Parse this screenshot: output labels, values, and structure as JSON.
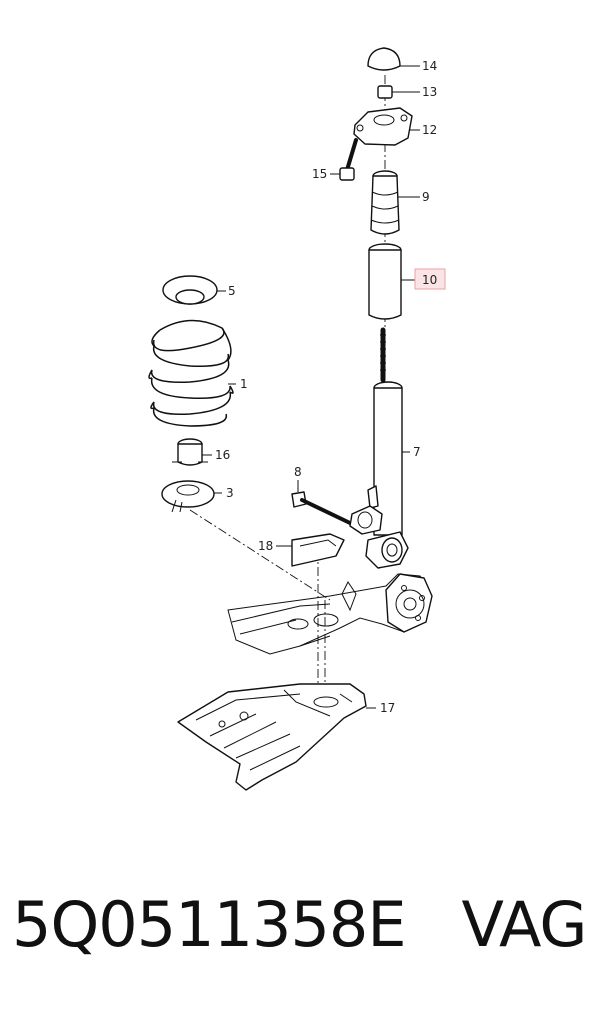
{
  "diagram": {
    "labels": {
      "p1": "1",
      "p3": "3",
      "p5": "5",
      "p7": "7",
      "p8": "8",
      "p9": "9",
      "p10": "10",
      "p12": "12",
      "p13": "13",
      "p14": "14",
      "p15": "15",
      "p16": "16",
      "p17": "17",
      "p18": "18"
    },
    "highlight_color": "#e8a0a8"
  },
  "footer": {
    "part_number": "5Q0511358E",
    "brand": "VAG"
  }
}
